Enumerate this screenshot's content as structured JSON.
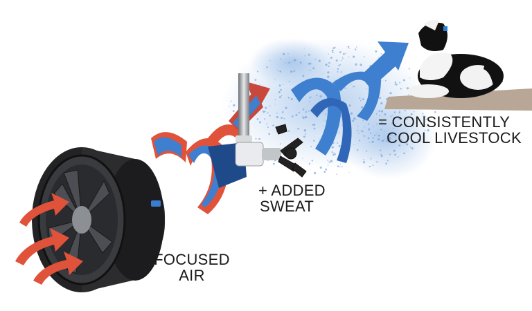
{
  "labels": {
    "focused_air": [
      "FOCUSED",
      "AIR"
    ],
    "added_sweat": [
      "+ ADDED",
      "SWEAT"
    ],
    "cool_livestock": [
      "= CONSISTENTLY",
      "COOL LIVESTOCK"
    ]
  },
  "colors": {
    "warm_air": "#e0523a",
    "cool_air": "#3f7fd0",
    "mist": "#7aa8e0",
    "fan_body": "#1c1c1e",
    "cow_black": "#111111",
    "ground": "#b8a796"
  },
  "icons": [
    "fan-icon",
    "sprinkler-nozzle-icon",
    "cow-icon"
  ]
}
